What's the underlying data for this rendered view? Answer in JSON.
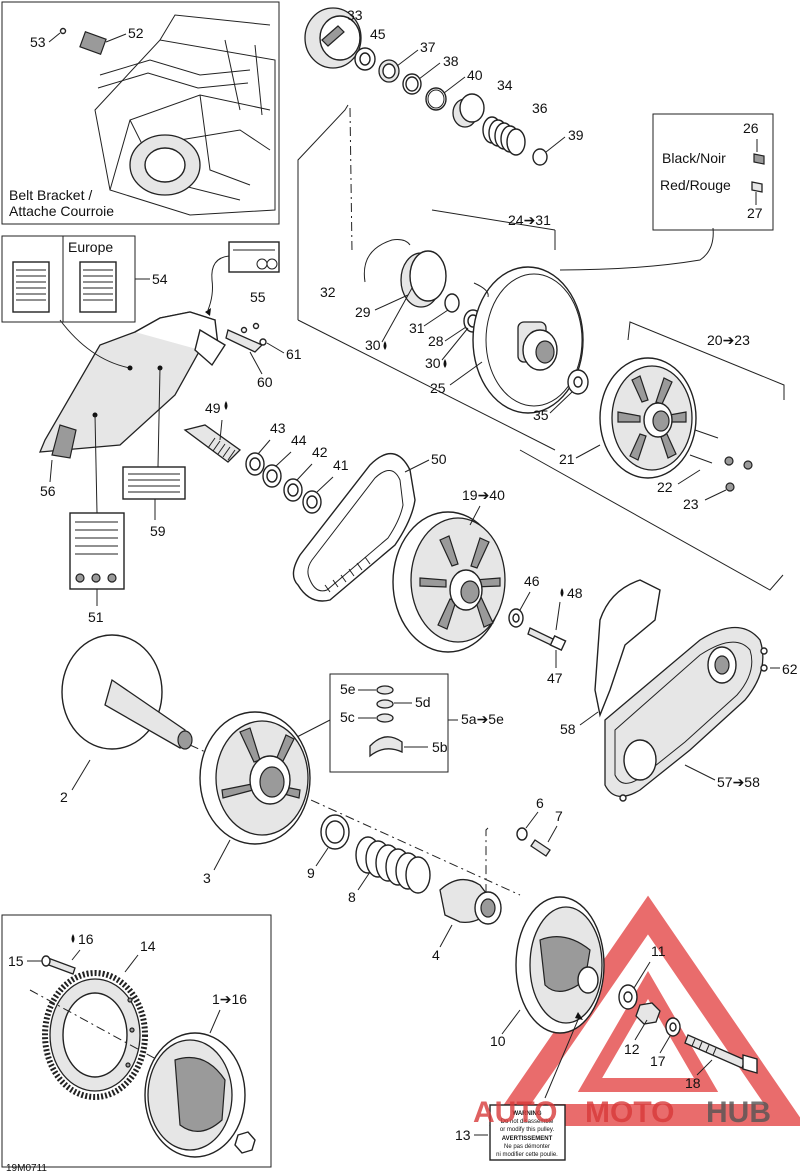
{
  "figure_code": "19M0711",
  "callouts": {
    "c52": "52",
    "c53": "53",
    "c33": "33",
    "c45": "45",
    "c37": "37",
    "c38": "38",
    "c40": "40",
    "c34": "34",
    "c36": "36",
    "c39": "39",
    "c26": "26",
    "c27": "27",
    "c24_31": "24➔31",
    "c32": "32",
    "c29": "29",
    "c30a": "30",
    "c31": "31",
    "c28": "28",
    "c30b": "30",
    "c25": "25",
    "c35": "35",
    "c20_23": "20➔23",
    "c21": "21",
    "c22": "22",
    "c23": "23",
    "c54": "54",
    "c55": "55",
    "c61": "61",
    "c60": "60",
    "c49": "49",
    "c43": "43",
    "c44": "44",
    "c42": "42",
    "c41": "41",
    "c50": "50",
    "c56": "56",
    "c59": "59",
    "c51": "51",
    "c19_40": "19➔40",
    "c46": "46",
    "c48": "48",
    "c47": "47",
    "c62": "62",
    "c58": "58",
    "c57_58": "57➔58",
    "c5e": "5e",
    "c5d": "5d",
    "c5c": "5c",
    "c5b": "5b",
    "c5a_5e": "5a➔5e",
    "c2": "2",
    "c3": "3",
    "c9": "9",
    "c8": "8",
    "c6": "6",
    "c7": "7",
    "c4": "4",
    "c16": "16",
    "c14": "14",
    "c15": "15",
    "c1_16": "1➔16",
    "c10": "10",
    "c11": "11",
    "c12": "12",
    "c17": "17",
    "c18": "18",
    "c13": "13"
  },
  "bolt_options": {
    "black": "Black/Noir",
    "red": "Red/Rouge"
  },
  "belt_bracket_label": [
    "Belt Bracket /",
    "Attache Courroie"
  ],
  "europe_label": "Europe",
  "warning_decal": {
    "title": "WARNING",
    "line1": "Do not disassemble",
    "line2": "or modify this pulley.",
    "title_fr": "AVERTISSEMENT",
    "line3": "Ne pas démonter",
    "line4": "ni modifier cette poulie."
  },
  "watermark": {
    "part1": "AUTO",
    "part2": "MOTO",
    "part3": "HUB",
    "colors": {
      "triangle": "#e23b3b",
      "text_red": "#d83a3a",
      "text_gray": "#555555"
    }
  }
}
